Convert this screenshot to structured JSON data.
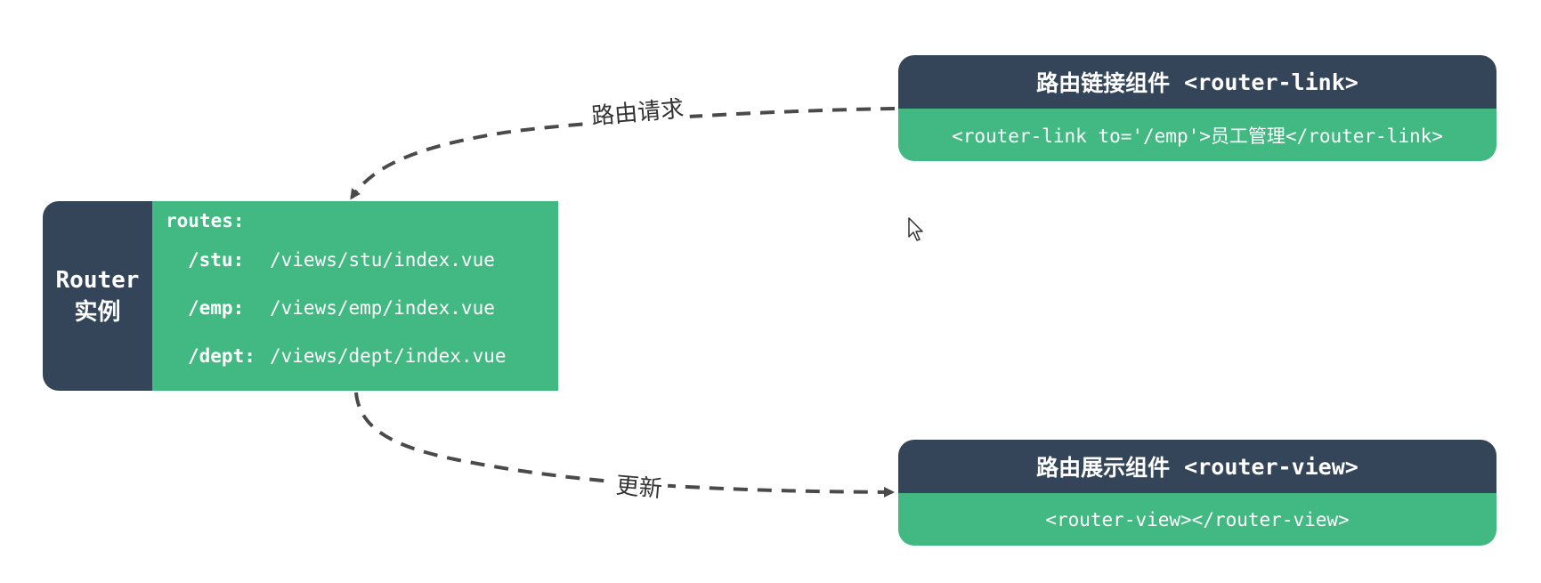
{
  "router": {
    "label_line1": "Router",
    "label_line2": "实例",
    "routes_title": "routes:",
    "routes": [
      {
        "path": "/stu:",
        "file": "/views/stu/index.vue"
      },
      {
        "path": "/emp:",
        "file": "/views/emp/index.vue"
      },
      {
        "path": "/dept:",
        "file": "/views/dept/index.vue"
      }
    ]
  },
  "router_link_card": {
    "title": "路由链接组件",
    "tag": "<router-link>",
    "code": "<router-link to='/emp'>员工管理</router-link>"
  },
  "router_view_card": {
    "title": "路由展示组件",
    "tag": "<router-view>",
    "code": "<router-view></router-view>"
  },
  "edges": {
    "request_label": "路由请求",
    "update_label": "更新"
  },
  "colors": {
    "dark": "#344559",
    "green": "#42b883",
    "arrow": "#4a4a4a"
  },
  "icons": {
    "cursor": "mouse-pointer-icon"
  }
}
